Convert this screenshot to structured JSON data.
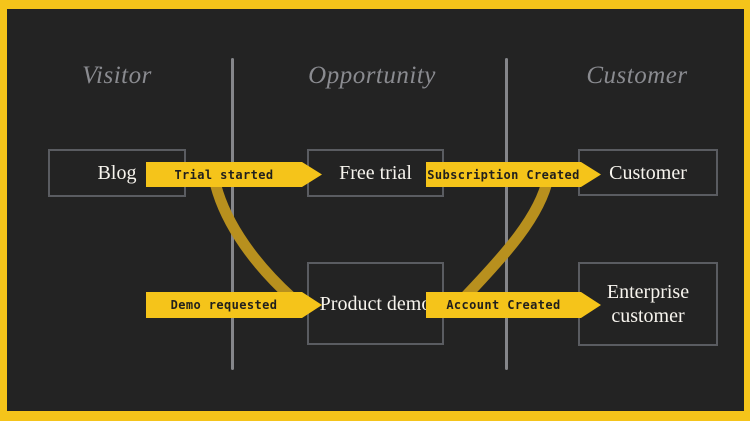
{
  "colors": {
    "accent": "#F5C41A",
    "background": "#232323",
    "curve": "#B8901E",
    "box_border": "#5A5C61",
    "divider": "#85868A",
    "header_text": "#8A8B90",
    "box_text": "#F7F4EE",
    "arrow_text": "#201F1D"
  },
  "columns": [
    {
      "label": "Visitor"
    },
    {
      "label": "Opportunity"
    },
    {
      "label": "Customer"
    }
  ],
  "nodes": [
    {
      "id": "blog",
      "label": "Blog",
      "column": "Visitor"
    },
    {
      "id": "free-trial",
      "label": "Free trial",
      "column": "Opportunity"
    },
    {
      "id": "customer",
      "label": "Customer",
      "column": "Customer"
    },
    {
      "id": "product-demo",
      "label": "Product demo",
      "column": "Opportunity"
    },
    {
      "id": "enterprise-customer",
      "label": "Enterprise customer",
      "column": "Customer"
    }
  ],
  "arrows": [
    {
      "id": "trial-started",
      "label": "Trial started"
    },
    {
      "id": "subscription-created",
      "label": "Subscription Created"
    },
    {
      "id": "demo-requested",
      "label": "Demo requested"
    },
    {
      "id": "account-created",
      "label": "Account Created"
    }
  ],
  "connectors": [
    {
      "from": "trial-started",
      "to": "demo-requested"
    },
    {
      "from": "subscription-created",
      "to": "account-created"
    }
  ]
}
